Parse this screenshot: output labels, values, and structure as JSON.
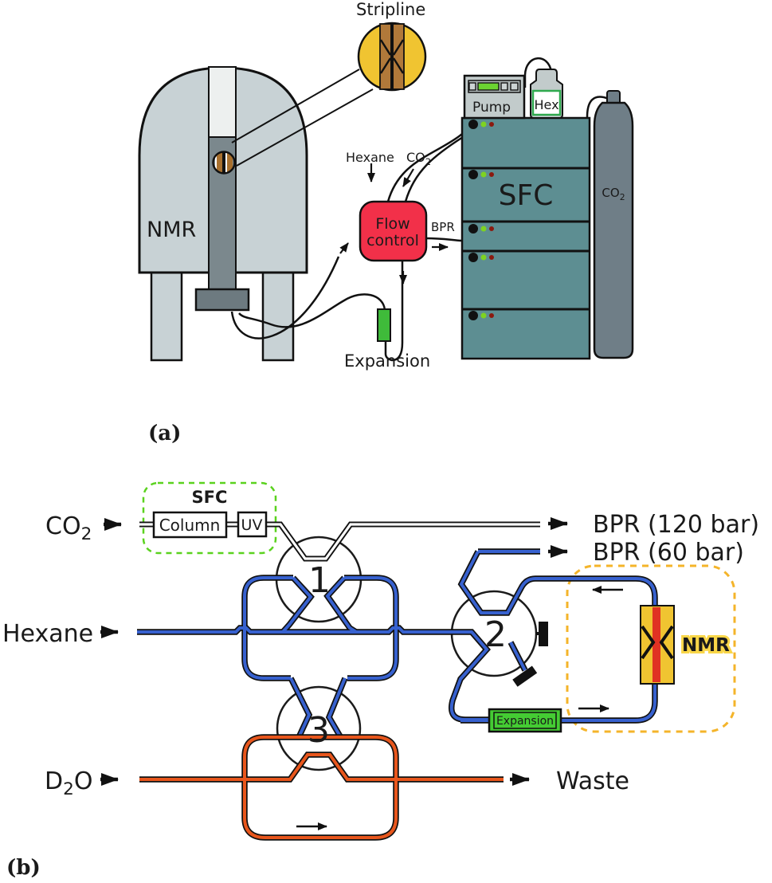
{
  "figure": {
    "caption_a": "(a)",
    "caption_b": "(b)"
  },
  "panel_a": {
    "stripline_label": "Stripline",
    "nmr_label": "NMR",
    "pump_label": "Pump",
    "hex_label": "Hex",
    "sfc_label": "SFC",
    "cylinder_co2": {
      "base": "CO",
      "sub": "2"
    },
    "flow_control": {
      "line1": "Flow",
      "line2": "control"
    },
    "hexane_label": "Hexane",
    "co2_label": {
      "base": "CO",
      "sub": "2"
    },
    "bpr_label": "BPR",
    "expansion_label": "Expansion"
  },
  "panel_b": {
    "co2": {
      "base": "CO",
      "sub": "2"
    },
    "hexane": "Hexane",
    "d2o": {
      "base": "D",
      "sub": "2",
      "tail": "O"
    },
    "waste": "Waste",
    "bpr_120": "BPR (120 bar)",
    "bpr_60": "BPR (60 bar)",
    "sfc_box_label": "SFC",
    "column": "Column",
    "uv": "UV",
    "nmr": "NMR",
    "expansion": "Expansion",
    "valve_1": "1",
    "valve_2": "2",
    "valve_3": "3"
  },
  "colors": {
    "tube_blue": "#3761cf",
    "tube_orange": "#e8561c",
    "flow_control_red": "#f23049",
    "sfc_teal": "#5d8e92",
    "cylinder_gray": "#6f7e87",
    "magnet_gray": "#c8d2d5",
    "probe_dark_gray": "#7b888d",
    "base_bar_gray": "#6d7a80",
    "stripline_yellow": "#f0c431",
    "stripline_brown": "#b1793a",
    "expansion_green": "#3fbb3a",
    "expansion_b_green": "#44cc33",
    "sfc_dash_green": "#5ad21e",
    "sfc_text_green": "#9cc416",
    "nmr_dash_yellow": "#f4b42a",
    "nmr_stripline_red": "#e03223",
    "led_green": "#7ed321",
    "led_red": "#8b1a0f",
    "pump_display_green": "#6bd431"
  }
}
